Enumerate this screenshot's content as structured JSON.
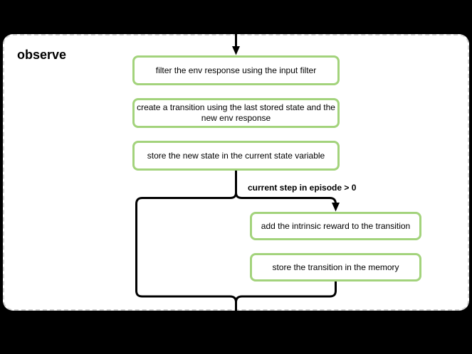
{
  "frame": {
    "title": "observe"
  },
  "nodes": {
    "filter_env": "filter the env response using the input filter",
    "create_transition": "create a transition using the last stored state and the new env response",
    "store_state": "store the new state in the current state variable",
    "add_intrinsic_reward": "add the intrinsic reward to the transition",
    "store_transition": "store the transition in the memory"
  },
  "edges": {
    "condition_label": "current step in episode > 0"
  },
  "colors": {
    "page_background": "#000000",
    "frame_background": "#ffffff",
    "frame_border": "#d2d2d2",
    "node_border": "#a3d37c",
    "edge": "#000000",
    "text": "#000000"
  }
}
